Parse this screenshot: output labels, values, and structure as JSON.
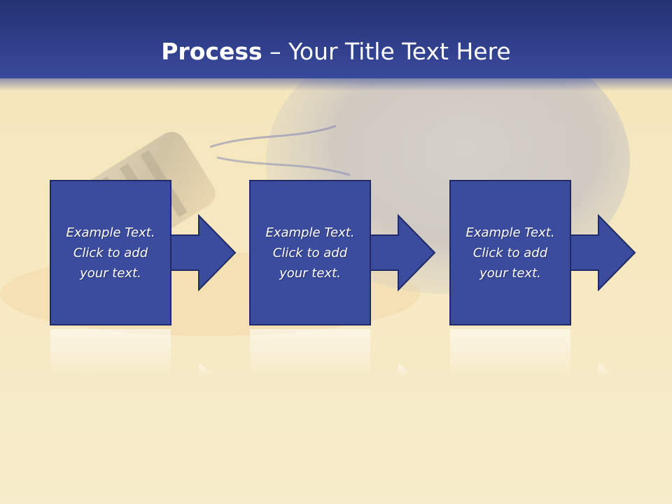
{
  "slide": {
    "title_strong": "Process",
    "title_rest": " – Your Title Text Here",
    "steps": [
      {
        "text": "Example Text.\nClick  to add\nyour text."
      },
      {
        "text": "Example Text.\nClick  to add\nyour text."
      },
      {
        "text": "Example Text.\nClick  to add\nyour text."
      }
    ]
  },
  "colors": {
    "header": "#2f3f8a",
    "box_fill": "#3b4b9e",
    "box_stroke": "#1f2a66",
    "background": "#f6ecc8"
  },
  "icons": [
    "lightbulb-background",
    "arrow-right-icon"
  ]
}
